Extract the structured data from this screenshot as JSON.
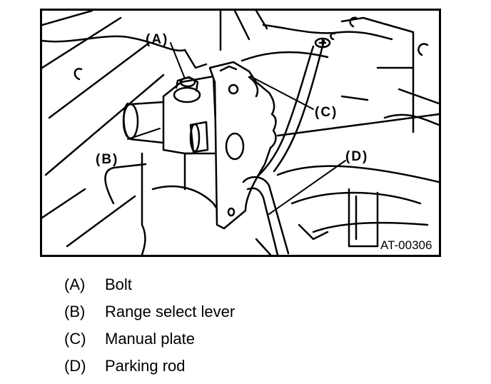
{
  "figure": {
    "id": "AT-00306",
    "callouts": {
      "a": "(A)",
      "b": "(B)",
      "c": "(C)",
      "d": "(D)"
    }
  },
  "legend": [
    {
      "key": "(A)",
      "label": "Bolt"
    },
    {
      "key": "(B)",
      "label": "Range select lever"
    },
    {
      "key": "(C)",
      "label": "Manual plate"
    },
    {
      "key": "(D)",
      "label": "Parking rod"
    }
  ],
  "colors": {
    "line": "#000000",
    "background": "#ffffff"
  }
}
